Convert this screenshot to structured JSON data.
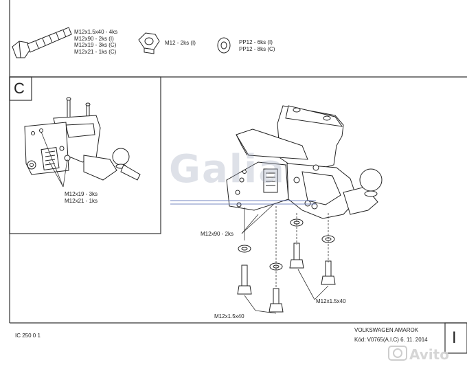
{
  "parts": {
    "bolt_long": [
      "M12x1.5x40 - 4ks",
      "M12x90 - 2ks (I)",
      "M12x19 - 3ks (C)",
      "M12x21 - 1ks (C)"
    ],
    "nut": "M12 - 2ks (I)",
    "washer": [
      "PP12 - 6ks (I)",
      "PP12 - 8ks (C)"
    ]
  },
  "section_c": {
    "letter": "C",
    "label_lines": [
      "M12x19 - 3ks",
      "M12x21 - 1ks"
    ]
  },
  "main_view": {
    "callout_bolts_top": "M12x90 - 2ks",
    "callout_bolts_bottom_left": "M12x1.5x40",
    "callout_bolts_bottom_right": "M12x1.5x40"
  },
  "logo": "Galia",
  "footer": {
    "code_left": "IC 250 0 1",
    "vehicle": "VOLKSWAGEN AMAROK",
    "code_date": "Kód: V0765(A.I.C)  6. 11. 2014",
    "page_mark": "I"
  },
  "watermark": "Avito"
}
